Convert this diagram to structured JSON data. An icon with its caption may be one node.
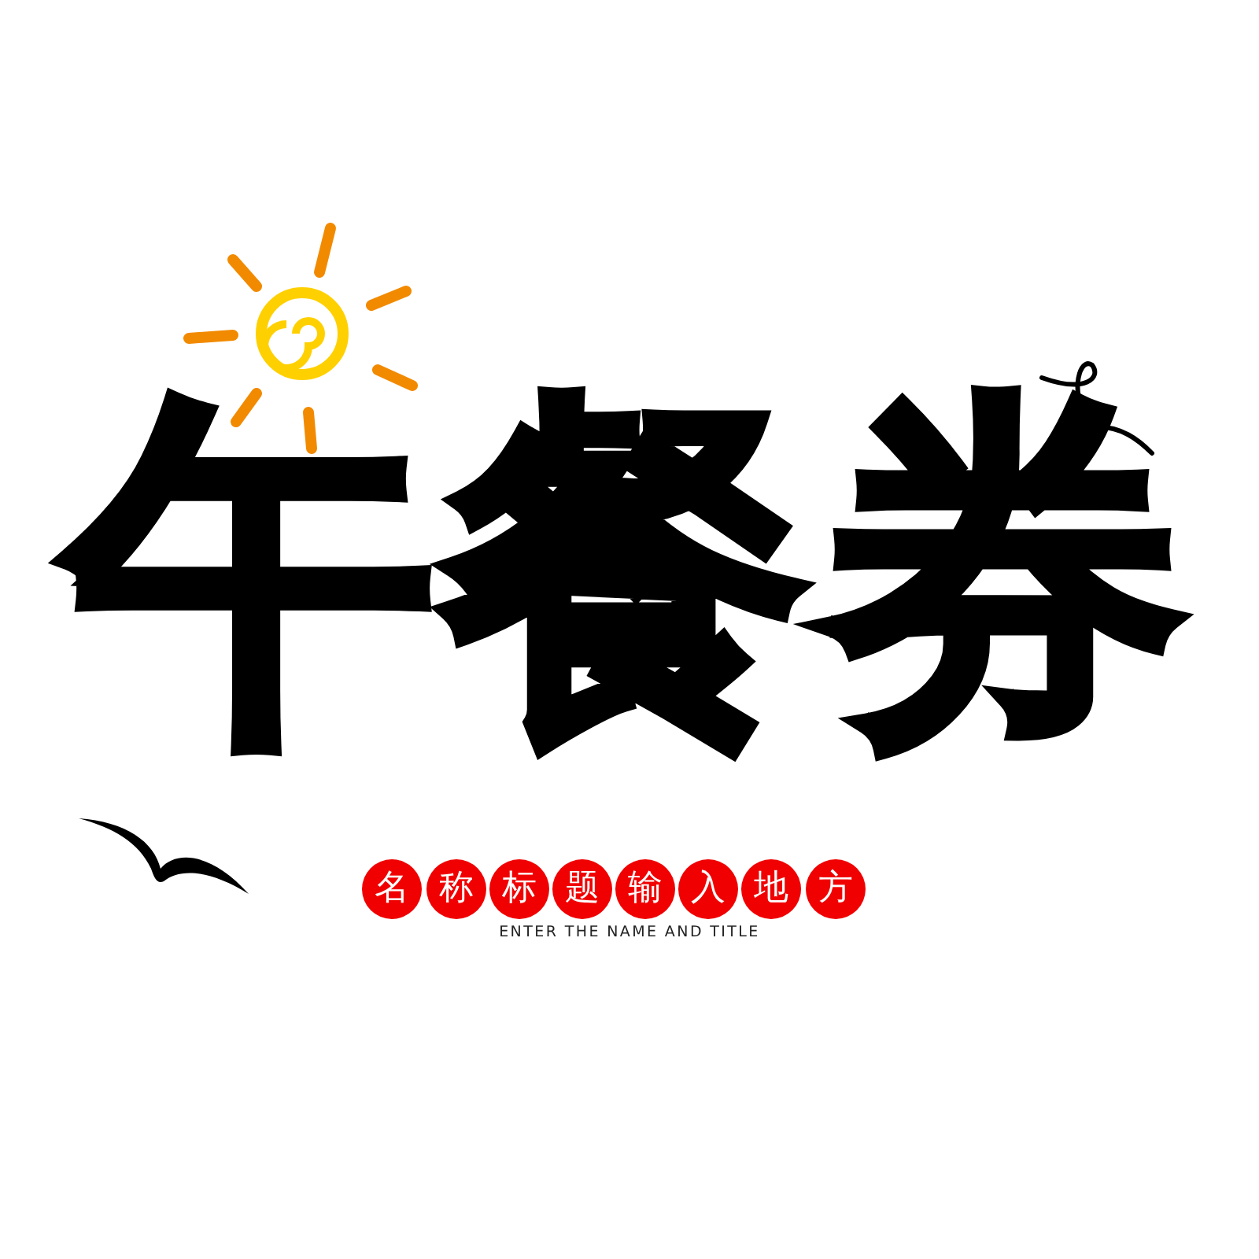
{
  "diagram": {
    "title": "午餐券",
    "nodes": [
      {
        "text": [
          "名"
        ]
      },
      {
        "text": [
          "称"
        ]
      },
      {
        "text": [
          "标"
        ]
      },
      {
        "text": [
          "题"
        ]
      },
      {
        "text": [
          "输"
        ]
      },
      {
        "text": [
          "入"
        ]
      },
      {
        "text": [
          "地"
        ]
      },
      {
        "text": [
          "方"
        ]
      }
    ],
    "labels": [
      "ENTER THE NAME AND TITLE"
    ]
  }
}
